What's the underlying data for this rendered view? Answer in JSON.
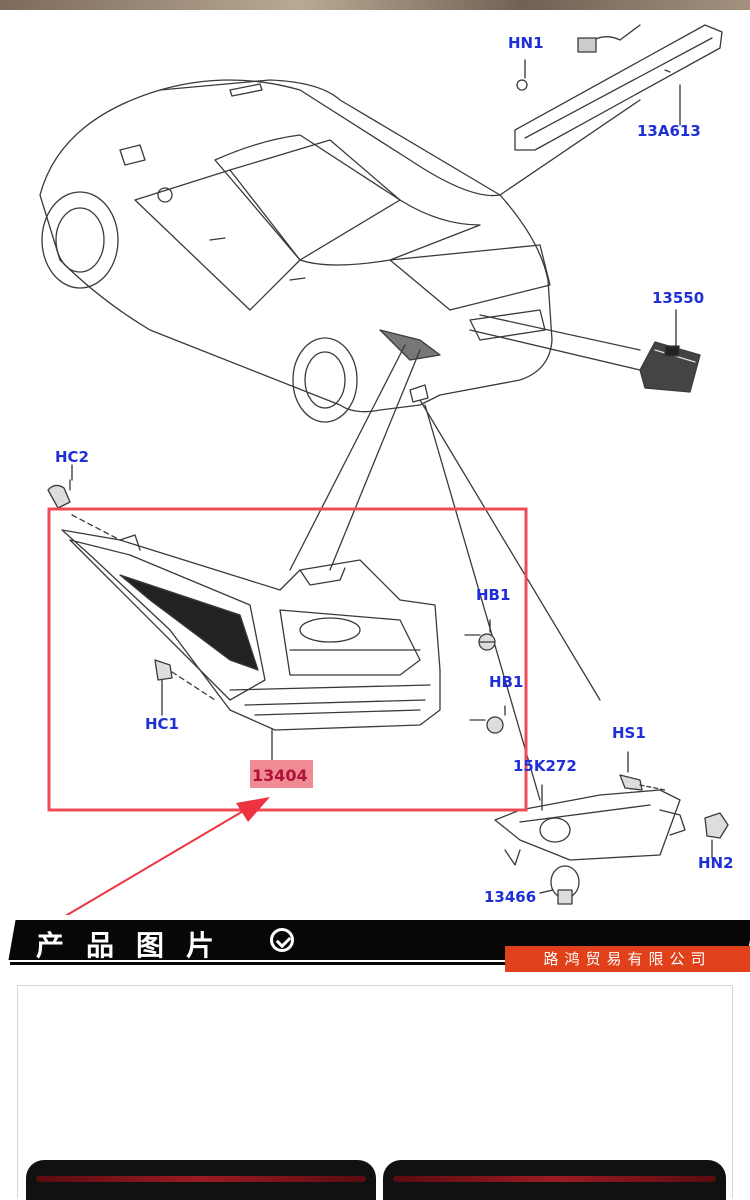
{
  "callouts": {
    "hn1": "HN1",
    "c13a613": "13A613",
    "c13550": "13550",
    "hc2": "HC2",
    "hb1_top": "HB1",
    "hb1_bottom": "HB1",
    "hc1": "HC1",
    "c13404": "13404",
    "hs1": "HS1",
    "c15k272": "15K272",
    "hn2": "HN2",
    "c13466": "13466"
  },
  "banner": {
    "title": "产品图片",
    "company": "路鸿贸易有限公司"
  },
  "colors": {
    "callout_text": "#1f2fd6",
    "highlight_box": "#ee4b55",
    "highlight_fill": "#f08a93",
    "arrow": "#ee3340",
    "company_tag": "#e0401a"
  }
}
